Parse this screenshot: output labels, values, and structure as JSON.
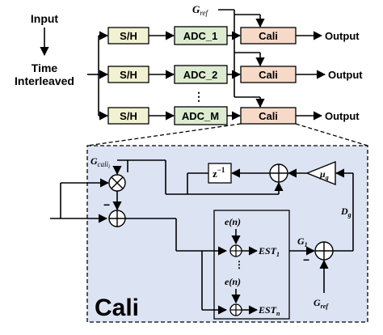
{
  "top": {
    "input_label": "Input",
    "time_label_line1": "Time",
    "time_label_line2": "Interleaved",
    "sh_labels": [
      "S/H",
      "S/H",
      "S/H"
    ],
    "adc_labels": [
      "ADC_1",
      "ADC_2",
      "ADC_M"
    ],
    "ellipsis": "⋮",
    "gref_base": "G",
    "gref_sub": "ref",
    "cali_labels": [
      "Cali",
      "Cali",
      "Cali"
    ],
    "output_labels": [
      "Output",
      "Output",
      "Output"
    ]
  },
  "detail": {
    "title": "Cali",
    "gcali_base": "G",
    "gcali_sub": "cali",
    "gcali_subsub": "i",
    "delay_base": "z",
    "delay_exp": "−1",
    "mu_base": "μ",
    "mu_sub": "g",
    "dg_base": "D",
    "dg_sub": "g",
    "minus": "−",
    "e_label_1": "e(n)",
    "e_label_2": "e(n)",
    "vertical_dots": "⋮",
    "est1_base": "EST",
    "est1_sub": "1",
    "estn_base": "EST",
    "estn_sub": "n",
    "g1_base": "G",
    "g1_sub": "1",
    "gref2_base": "G",
    "gref2_sub": "ref"
  },
  "colors": {
    "sh_fill": "#F2F2D2",
    "adc_fill": "#DDEBD0",
    "cali_fill": "#F7D9C8",
    "panel_fill": "#DCE3F3",
    "line": "#000000"
  }
}
